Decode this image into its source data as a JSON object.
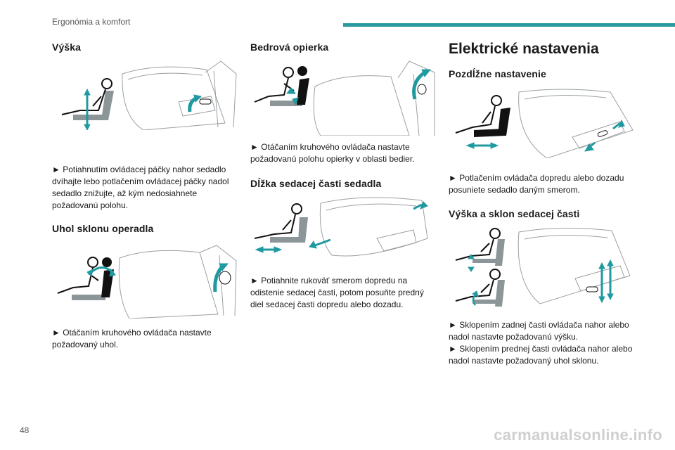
{
  "header": {
    "title": "Ergonómia a komfort"
  },
  "page_number": "48",
  "watermark": "carmanualsonline.info",
  "col1": {
    "vyska": {
      "heading": "Výška",
      "text": "► Potiahnutím ovládacej páčky nahor sedadlo dvíhajte lebo potlačením ovládacej páčky nadol sedadlo znižujte, až kým nedosiahnete požadovanú polohu."
    },
    "uhol": {
      "heading": "Uhol sklonu operadla",
      "text": "► Otáčaním kruhového ovládača nastavte požadovaný uhol."
    }
  },
  "col2": {
    "bedrova": {
      "heading": "Bedrová opierka",
      "text": "► Otáčaním kruhového ovládača nastavte požadovanú polohu opierky v oblasti bedier."
    },
    "dlzka": {
      "heading": "Dĺžka sedacej časti sedadla",
      "text": "► Potiahnite rukoväť smerom dopredu na odistenie sedacej časti, potom posuňte predný diel sedacej časti dopredu alebo dozadu."
    }
  },
  "col3": {
    "title": "Elektrické nastavenia",
    "pozdlzne": {
      "heading": "Pozdĺžne nastavenie",
      "text": "► Potlačením ovládača dopredu alebo dozadu posuniete sedadlo daným smerom."
    },
    "vyska_sklon": {
      "heading": "Výška a sklon sedacej časti",
      "text1": "► Sklopením zadnej časti ovládača nahor alebo nadol nastavte požadovanú výšku.",
      "text2": "► Sklopením prednej časti ovládača nahor alebo nadol nastavte požadovaný uhol sklonu."
    }
  }
}
